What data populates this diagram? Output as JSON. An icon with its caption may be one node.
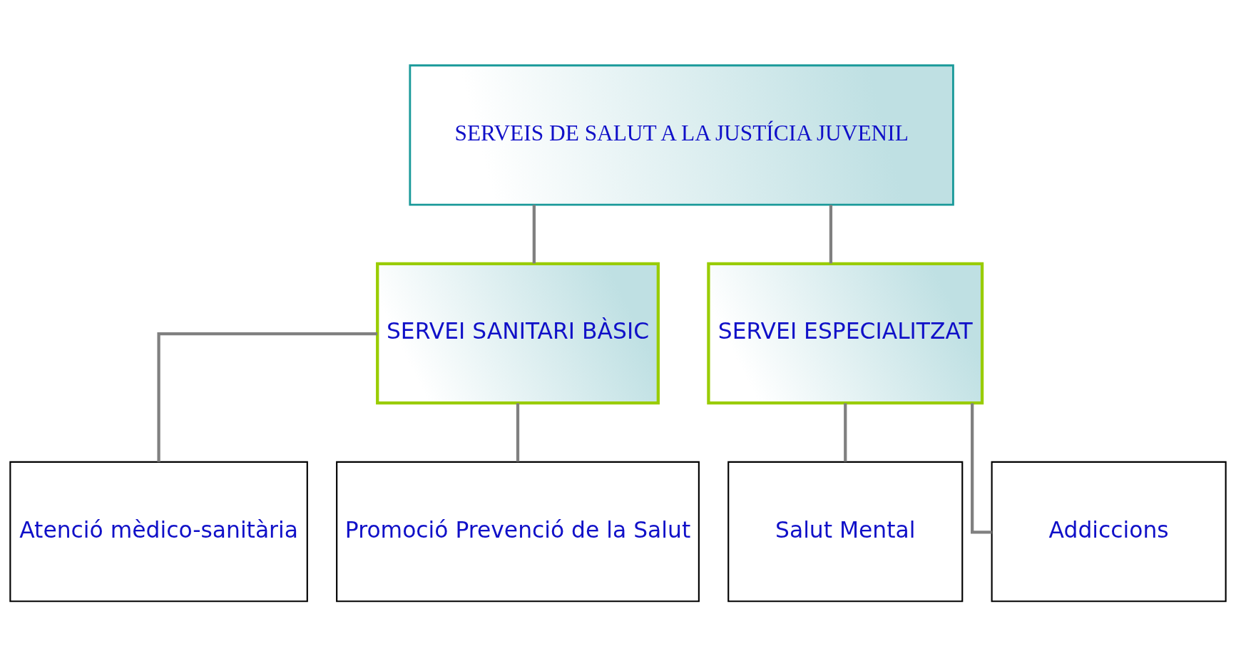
{
  "diagram": {
    "nodes": [
      {
        "text": [
          "SERVEIS DE SALUT A LA JUSTÍCIA JUVENIL"
        ]
      },
      {
        "text": [
          "SERVEI SANITARI BÀSIC"
        ]
      },
      {
        "text": [
          "SERVEI ESPECIALITZAT"
        ]
      },
      {
        "text": [
          "Atenció mèdico-sanitària"
        ]
      },
      {
        "text": [
          "Promoció Prevenció de la Salut"
        ]
      },
      {
        "text": [
          "Salut Mental"
        ]
      },
      {
        "text": [
          "Addiccions"
        ]
      }
    ],
    "edges": [
      {
        "from": 0,
        "to": 1,
        "arrow": "none"
      },
      {
        "from": 0,
        "to": 2,
        "arrow": "none"
      },
      {
        "from": 1,
        "to": 3,
        "arrow": "none"
      },
      {
        "from": 1,
        "to": 4,
        "arrow": "none"
      },
      {
        "from": 2,
        "to": 5,
        "arrow": "none"
      },
      {
        "from": 2,
        "to": 6,
        "arrow": "none"
      }
    ]
  }
}
